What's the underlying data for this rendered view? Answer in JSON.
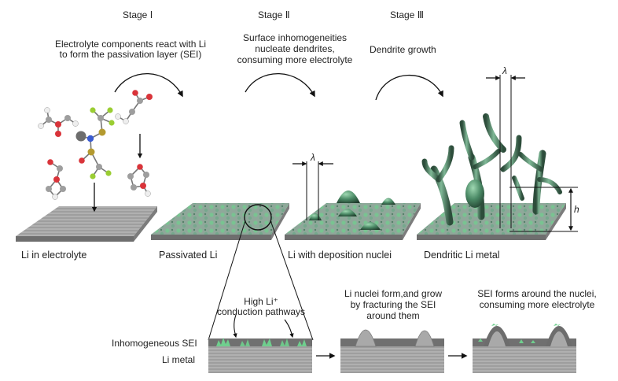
{
  "stages": [
    {
      "label": "Stage Ⅰ",
      "caption": [
        "Electrolyte components react with Li",
        "to form the passivation layer (SEI)"
      ]
    },
    {
      "label": "Stage Ⅱ",
      "caption": [
        "Surface inhomogeneities",
        "nucleate dendrites,",
        "consuming more electrolyte"
      ]
    },
    {
      "label": "Stage Ⅲ",
      "caption": [
        "Dendrite growth"
      ]
    }
  ],
  "panels": {
    "p1": "Li in electrolyte",
    "p2": "Passivated Li",
    "p3": "Li with deposition nuclei",
    "p4": "Dendritic Li metal"
  },
  "symbols": {
    "lambda": "λ",
    "height": "h"
  },
  "bottom": {
    "pathways_line1": "High Li⁺",
    "pathways_line2": "conduction pathways",
    "sei_label": "Inhomogeneous SEI",
    "metal_label": "Li metal",
    "step2": [
      "Li nuclei form,and grow",
      "by fracturing the SEI",
      "around them"
    ],
    "step3": [
      "SEI forms around the nuclei,",
      "consuming more electrolyte"
    ]
  },
  "colors": {
    "metal_gray": "#9a9a9a",
    "sei_green": "#6fcf8e",
    "dendrite_green": "#4f8f6a",
    "oxygen": "#d9343a",
    "carbon": "#9e9e9e",
    "fluorine": "#9acd32",
    "phosphorus": "#b49a30",
    "nitrogen": "#3a5bd0"
  }
}
